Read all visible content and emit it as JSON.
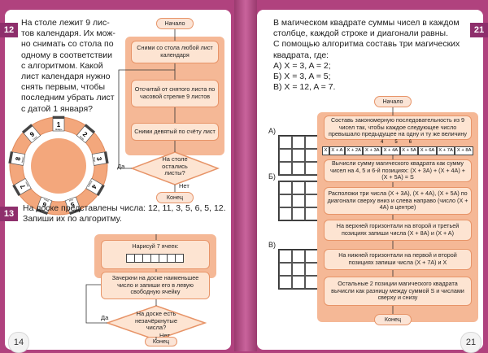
{
  "left": {
    "tab12": "12",
    "tab13": "13",
    "task12": [
      "На столе лежит 9 лис-",
      "тов календаря. Их мож-",
      "но снимать со стола по",
      "одному в соответствии",
      "с алгоритмом. Какой",
      "лист календаря нужно",
      "снять первым, чтобы",
      "последним убрать лист",
      "с датой 1 января?"
    ],
    "flow1": {
      "start": "Начало",
      "s1": "Сними со стола любой лист календаря",
      "s2": "Отсчитай от снятого листа по часовой стрелке 9 листов",
      "s3": "Сними девятый по счёту лист",
      "cond": "На столе остались листы?",
      "yes": "Да",
      "no": "Нет",
      "end": "Конец"
    },
    "calendar": [
      {
        "num": "1",
        "mon": "Январь"
      },
      {
        "num": "2",
        "mon": "Февр."
      },
      {
        "num": "3",
        "mon": "Март"
      },
      {
        "num": "4",
        "mon": "Апрель"
      },
      {
        "num": "5",
        "mon": "Май"
      },
      {
        "num": "6",
        "mon": "Июнь"
      },
      {
        "num": "7",
        "mon": "Июль"
      },
      {
        "num": "8",
        "mon": "Август"
      },
      {
        "num": "9",
        "mon": "Сент."
      }
    ],
    "task13": [
      "На доске представлены числа: 12, 11, 3, 5, 6, 5, 12.",
      "Запиши их по алгоритму."
    ],
    "flow2": {
      "s1": "Нарисуй 7 ячеек:",
      "s2": "Зачеркни на доске наименьшее число и запиши его в левую свободную ячейку",
      "cond": "На доске есть незачёркнутые числа?",
      "yes": "Да",
      "no": "Нет",
      "end": "Конец"
    },
    "page_number": "14"
  },
  "right": {
    "tab21": "21",
    "task": [
      "В магическом квадрате суммы чисел в каждом",
      "столбце, каждой строке и диагонали равны.",
      "С помощью алгоритма составь три магических",
      "квадрата, где:",
      "А) X = 3, A = 2;",
      "Б) X = 3, A = 5;",
      "В) X = 12, A = 7."
    ],
    "labels": {
      "a": "А)",
      "b": "Б)",
      "c": "В)"
    },
    "flow": {
      "start": "Начало",
      "s1": "Составь закономерную последовательность из 9 чисел так, чтобы каждое следующее число превышало предыдущее на одну и ту же величину",
      "nums": [
        "4",
        "5",
        "6"
      ],
      "seq": [
        "X",
        "X + A",
        "X + 2A",
        "X + 3A",
        "X + 4A",
        "X + 5A",
        "X + 6A",
        "X + 7A",
        "X + 8A"
      ],
      "s2": "Вычисли сумму магического квадрата как сумму чисел на 4, 5 и 6-й позициях: (X + 3A) + (X + 4A) + (X + 5A) = S",
      "s3": "Расположи три числа (X + 3A), (X + 4A), (X + 5A) по диагонали сверху вниз и слева направо (число (X + 4A) в центре)",
      "s4": "На верхней горизонтали на второй и третьей позициях запиши числа (X + 8A) и (X + A)",
      "s5": "На нижней горизонтали на первой и второй позициях запиши числа (X + 7A) и X",
      "s6": "Остальные 2 позиции магического квадрата вычисли как разницу между суммой S и числами сверху и снизу",
      "end": "Конец"
    },
    "page_number": "21"
  },
  "colors": {
    "background": "#b0427e",
    "tab": "#8e2f6c",
    "box_fill": "#fde4d2",
    "box_border": "#e79468",
    "band": "#f5b896"
  }
}
